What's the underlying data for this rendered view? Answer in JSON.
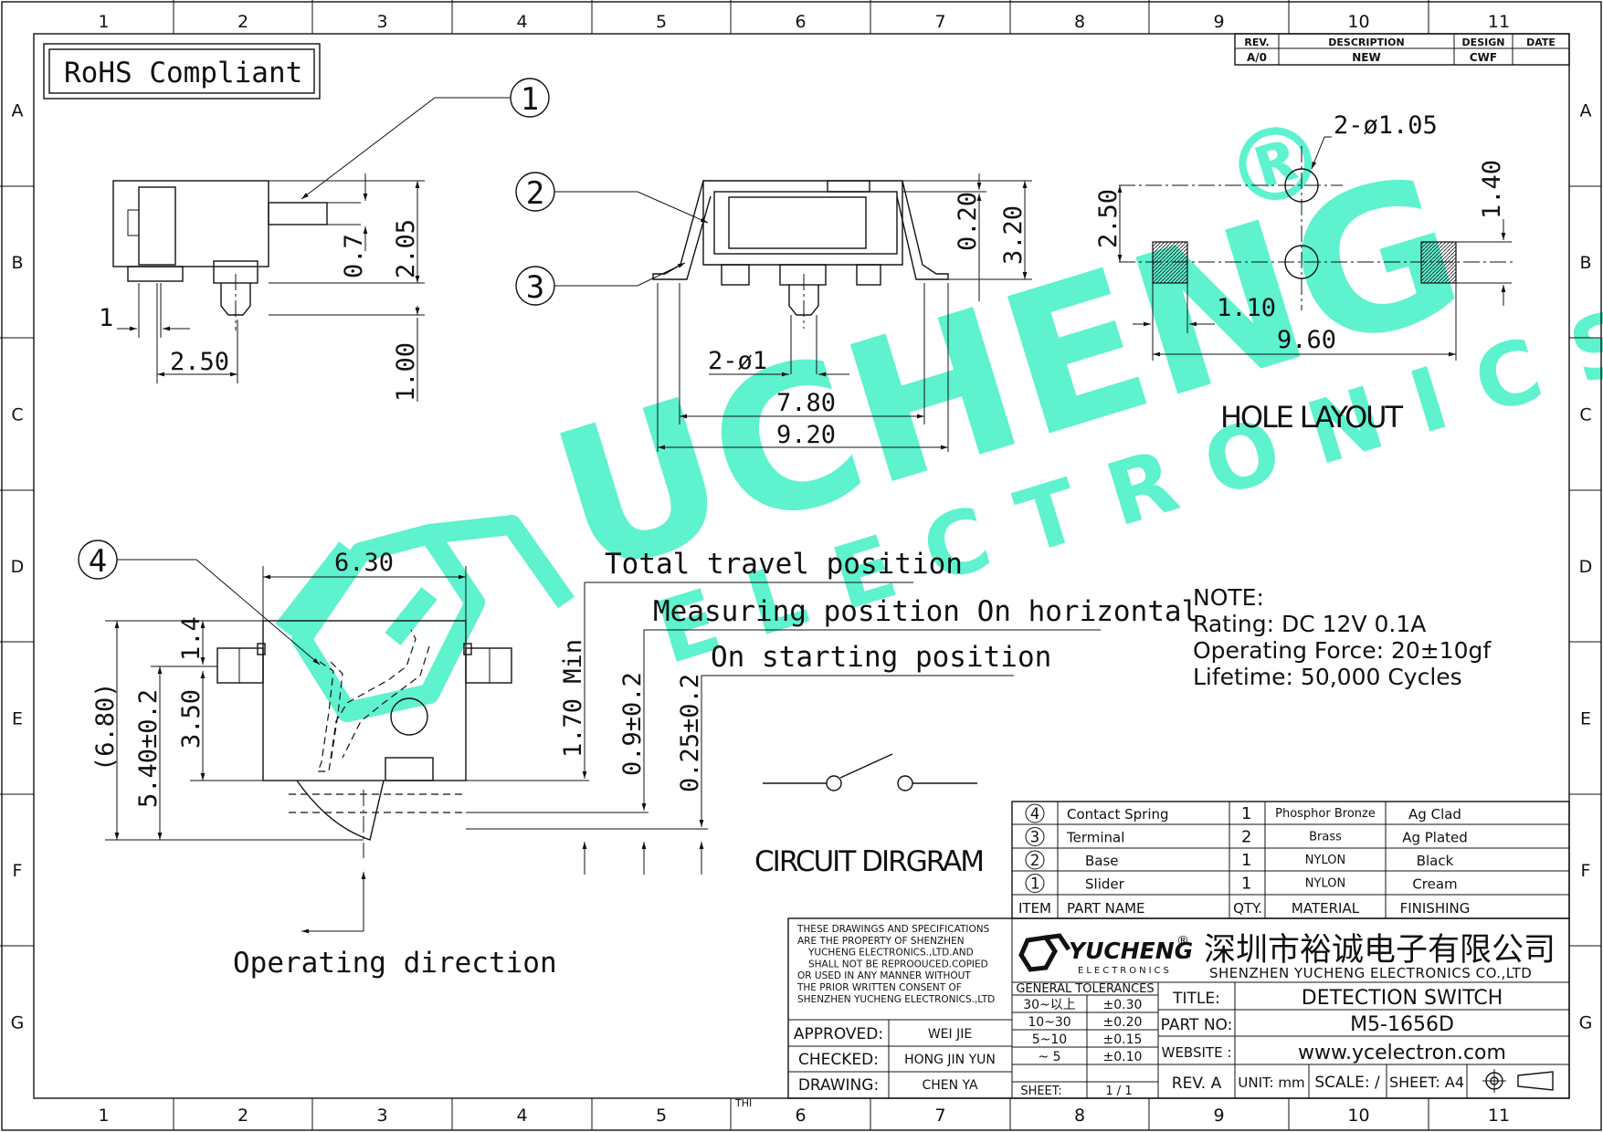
{
  "border": {
    "cols": [
      "1",
      "2",
      "3",
      "4",
      "5",
      "6",
      "7",
      "8",
      "9",
      "10",
      "11"
    ],
    "rows": [
      "A",
      "B",
      "C",
      "D",
      "E",
      "F",
      "G"
    ]
  },
  "rohs": "RoHS Compliant",
  "revision": {
    "h_rev": "REV.",
    "h_desc": "DESCRIPTION",
    "h_design": "DESIGN",
    "h_date": "DATE",
    "rev": "A/0",
    "desc": "NEW",
    "design": "CWF",
    "date": ""
  },
  "balloons": [
    "1",
    "2",
    "3",
    "4"
  ],
  "side_view": {
    "d1": "1",
    "d2": "2.50",
    "d3": "0.7",
    "d4": "2.05",
    "d5": "1.00"
  },
  "front_view": {
    "d1": "0.20",
    "d2": "3.20",
    "d3": "2-ø1",
    "d4": "7.80",
    "d5": "9.20"
  },
  "hole_layout": {
    "d1": "2-ø1.05",
    "d2": "2.50",
    "d3": "1.40",
    "d4": "1.10",
    "d5": "9.60",
    "title": "HOLE  LAYOUT"
  },
  "bottom_view": {
    "d1": "6.30",
    "d2": "1.4",
    "d3": "(6.80)",
    "d4": "5.40±0.2",
    "d5": "3.50",
    "d6": "1.70  Min",
    "d7": "0.9±0.2",
    "d8": "0.25±0.2"
  },
  "positions": {
    "p1": "Total  travel  position",
    "p2": "Measuring  position  On  horizontal",
    "p3": "On  starting  position"
  },
  "operating": "Operating  direction",
  "circuit": "CIRCUIT  DIRGRAM",
  "watermark": {
    "main": "UCHENG",
    "reg": "®",
    "sub": "ELECTRONICS"
  },
  "note": {
    "title": "NOTE:",
    "lines": [
      "Rating:  DC  12V  0.1A",
      "Operating  Force:  20±10gf",
      "Lifetime:    50,000  Cycles"
    ]
  },
  "bom": {
    "rows": [
      {
        "item": "4",
        "name": "Contact  Spring",
        "qty": "1",
        "material": "Phosphor  Bronze",
        "finish": "Ag  Clad"
      },
      {
        "item": "3",
        "name": "Terminal",
        "qty": "2",
        "material": "Brass",
        "finish": "Ag  Plated"
      },
      {
        "item": "2",
        "name": "Base",
        "qty": "1",
        "material": "NYLON",
        "finish": "Black"
      },
      {
        "item": "1",
        "name": "Slider",
        "qty": "1",
        "material": "NYLON",
        "finish": "Cream"
      }
    ],
    "header": {
      "item": "ITEM",
      "name": "PART  NAME",
      "qty": "QTY.",
      "material": "MATERIAL",
      "finish": "FINISHING"
    }
  },
  "titleblock": {
    "notice": [
      "THESE DRAWINGS AND SPECIFICATIONS",
      "ARE THE PROPERTY OF SHENZHEN",
      "YUCHENG ELECTRONICS.,LTD.AND",
      "SHALL NOT BE REPROOUCED.COPIED",
      "OR USED IN ANY MANNER WITHOUT",
      "THE PRIOR WRITTEN CONSENT OF",
      "SHENZHEN YUCHENG ELECTRONICS.,LTD"
    ],
    "logo_main": "YUCHENG",
    "logo_reg": "®",
    "logo_sub": "ELECTRONICS",
    "company_cn": "深圳市裕诚电子有限公司",
    "company_en": "SHENZHEN YUCHENG ELECTRONICS CO.,LTD",
    "approved_l": "APPROVED:",
    "approved": "WEI JIE",
    "checked_l": "CHECKED:",
    "checked": "HONG JIN YUN",
    "drawing_l": "DRAWING:",
    "drawing": "CHEN YA",
    "tol_title": "GENERAL TOLERANCES",
    "tol": [
      [
        "30~以上",
        "±0.30"
      ],
      [
        "10~30",
        "±0.20"
      ],
      [
        "5~10",
        "±0.15"
      ],
      [
        "~ 5",
        "±0.10"
      ]
    ],
    "sheet_l": "SHEET:",
    "sheet": "1 / 1",
    "title_l": "TITLE:",
    "title": "DETECTION SWITCH",
    "part_l": "PART NO:",
    "part": "M5-1656D",
    "web_l": "WEBSITE :",
    "web": "www.ycelectron.com",
    "rev": "REV. A",
    "unit": "UNIT: mm",
    "scale": "SCALE: /",
    "sheet_size": "SHEET: A4",
    "thi": "THI"
  }
}
